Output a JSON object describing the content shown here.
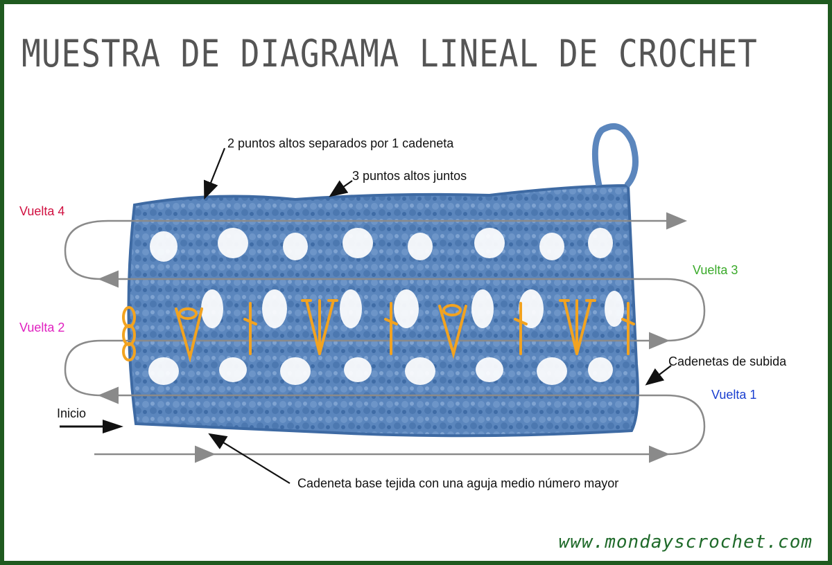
{
  "title": "MUESTRA DE DIAGRAMA LINEAL DE CROCHET",
  "annotations": {
    "two_dc": "2 puntos altos separados por 1 cadeneta",
    "three_dc": "3 puntos altos juntos",
    "turning_chain": "Cadenetas de subida",
    "foundation": "Cadeneta base tejida con una aguja medio número mayor",
    "start": "Inicio"
  },
  "rows": [
    {
      "label": "Vuelta 1",
      "color": "#1a3fd0"
    },
    {
      "label": "Vuelta 2",
      "color": "#e020c0"
    },
    {
      "label": "Vuelta 3",
      "color": "#3aaa2a"
    },
    {
      "label": "Vuelta 4",
      "color": "#d01040"
    }
  ],
  "colors": {
    "yarn": "#5b86bd",
    "yarn_dark": "#3e6aa3",
    "symbols": "#f2a320",
    "arrows": "#8a8a8a",
    "frame": "#1f5a1f"
  },
  "watermark": "www.mondayscrochet.com"
}
